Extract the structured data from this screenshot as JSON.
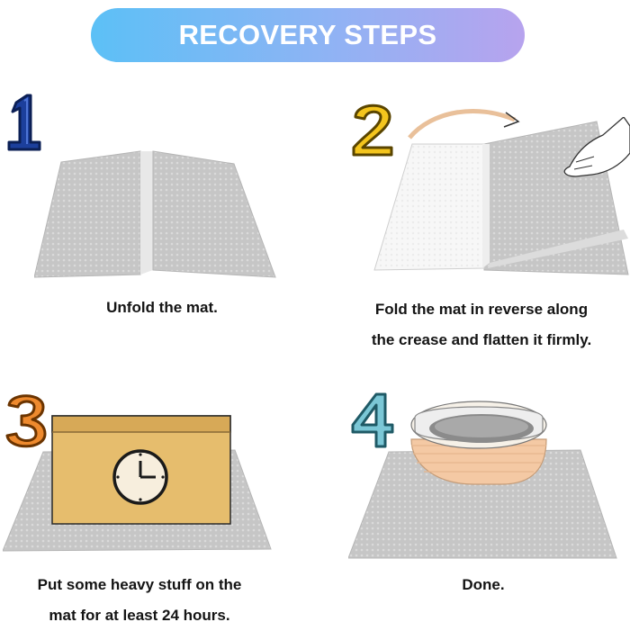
{
  "title": "RECOVERY STEPS",
  "colors": {
    "banner_start": "#5cc0f6",
    "banner_end": "#b7a3ee",
    "mat": "#c9c9c9",
    "num_1": "#1c3f9c",
    "num_2": "#f4c51d",
    "num_3": "#ee8a2e",
    "num_4": "#7bc7d6",
    "box": "#e6bd6d",
    "tray": "#f4c9a4"
  },
  "steps": [
    {
      "number": "1",
      "icon": "folded-mat-illustration",
      "caption": [
        "Unfold the mat."
      ]
    },
    {
      "number": "2",
      "icon": "reverse-fold-illustration",
      "caption": [
        "Fold the mat in reverse along",
        "the crease and flatten it firmly."
      ]
    },
    {
      "number": "3",
      "icon": "box-on-mat-illustration",
      "caption": [
        "Put some heavy stuff on the",
        "mat for at least 24 hours."
      ]
    },
    {
      "number": "4",
      "icon": "litter-box-on-mat-illustration",
      "caption": [
        "Done."
      ]
    }
  ]
}
